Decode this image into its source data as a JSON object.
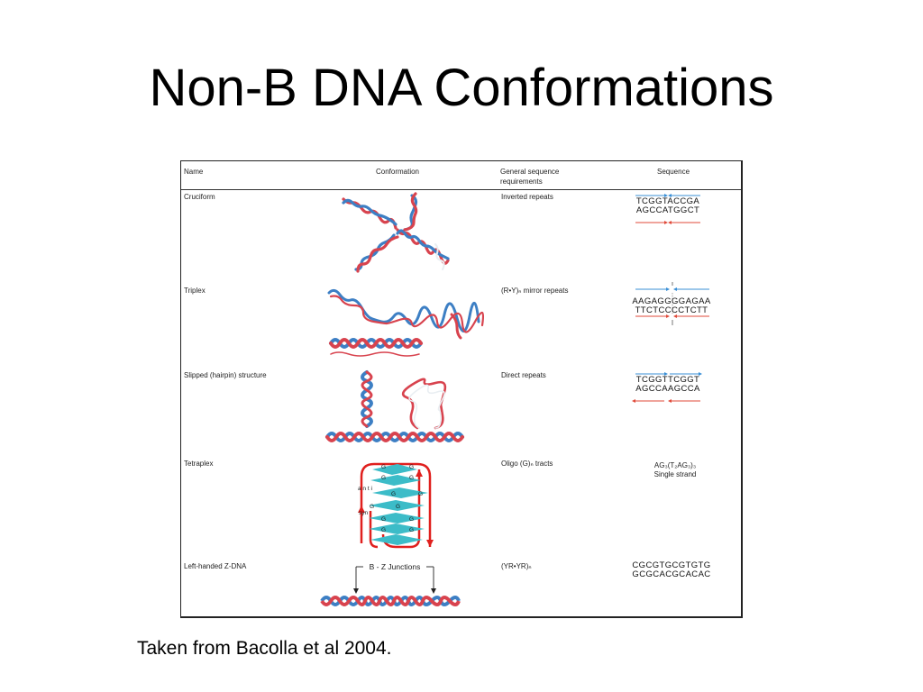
{
  "slide": {
    "title": "Non-B DNA Conformations",
    "caption": "Taken from Bacolla et al 2004."
  },
  "table": {
    "headers": {
      "name": "Name",
      "conformation": "Conformation",
      "requirements_line1": "General sequence",
      "requirements_line2": "requirements",
      "sequence": "Sequence"
    },
    "rows": [
      {
        "name": "Cruciform",
        "requirement": "Inverted repeats",
        "seq_top": "TCGGTACCGA",
        "seq_bottom": "AGCCATGGCT"
      },
      {
        "name": "Triplex",
        "requirement": "(R•Y)ₙ mirror repeats",
        "seq_top": "AAGAGGGGAGAA",
        "seq_bottom": "TTCTCCCCTCTT"
      },
      {
        "name": "Slipped (hairpin) structure",
        "requirement": "Direct repeats",
        "seq_top": "TCGGTTCGGT",
        "seq_bottom": "AGCCAAGCCA"
      },
      {
        "name": "Tetraplex",
        "requirement": "Oligo (G)ₙ tracts",
        "seq_top": "AG₃(T₂AG₃)₃",
        "seq_bottom": "Single strand"
      },
      {
        "name": "Left-handed Z-DNA",
        "requirement": "(YR•YR)ₙ",
        "seq_top": "CGCGTGCGTGTG",
        "seq_bottom": "GCGCACGCACAC"
      }
    ]
  },
  "diagram_labels": {
    "tetraplex_anti": "a n t i",
    "tetraplex_syn": "syn",
    "tetraplex_g": "G",
    "zdna_junctions": "B - Z Junctions"
  },
  "colors": {
    "strand_red": "#d8434e",
    "strand_blue": "#3d7fc4",
    "strand_white": "#e9eef2",
    "tetraplex_plane": "#3cbcc8",
    "tetraplex_arrow": "#e0201e",
    "arrow_blue": "#3a8fd6",
    "arrow_red": "#e04a3a"
  }
}
